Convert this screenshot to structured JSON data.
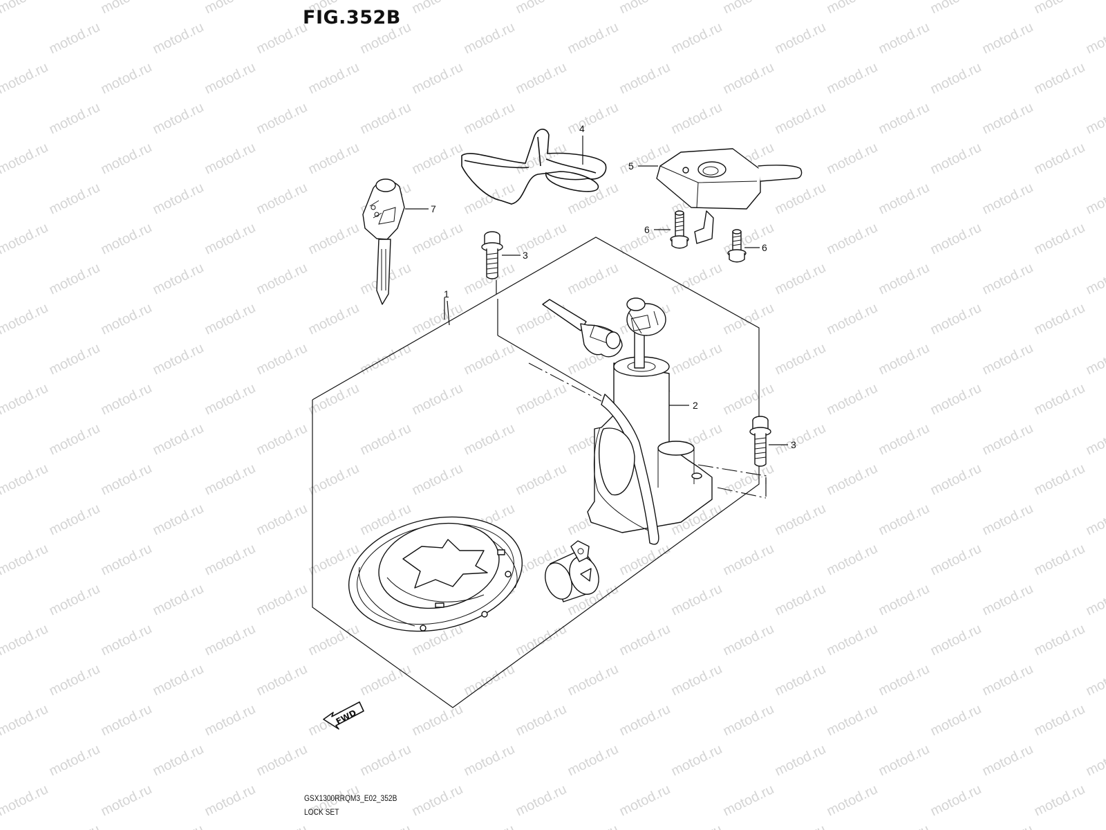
{
  "figure": {
    "title": "FIG.352B",
    "model_code": "GSX1300RRQM3_E02_352B",
    "section_name": "LOCK SET"
  },
  "watermark": {
    "text": "motod.ru",
    "color": "#d4d4d4"
  },
  "direction_arrow": {
    "label": "FWD"
  },
  "callouts": [
    {
      "id": "1",
      "label": "1"
    },
    {
      "id": "2",
      "label": "2"
    },
    {
      "id": "3a",
      "label": "3"
    },
    {
      "id": "3b",
      "label": "3"
    },
    {
      "id": "4",
      "label": "4"
    },
    {
      "id": "5",
      "label": "5"
    },
    {
      "id": "6a",
      "label": "6"
    },
    {
      "id": "6b",
      "label": "6"
    },
    {
      "id": "7",
      "label": "7"
    }
  ]
}
